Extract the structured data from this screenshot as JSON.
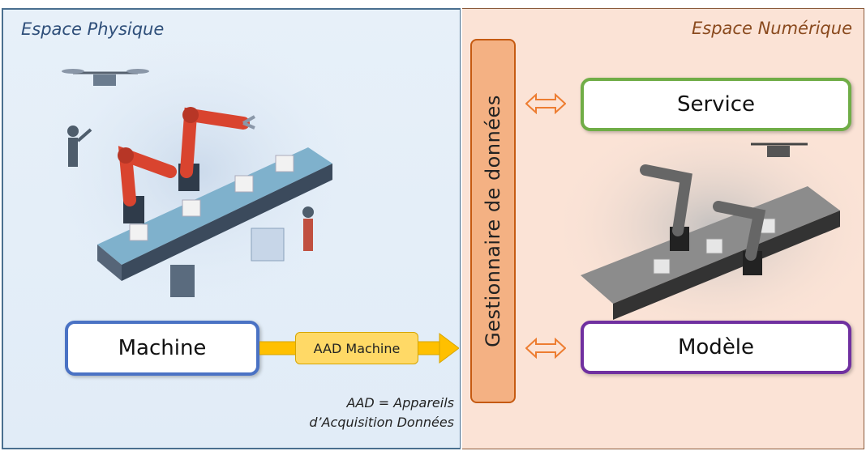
{
  "spaces": {
    "physical_title": "Espace Physique",
    "digital_title": "Espace Numérique"
  },
  "nodes": {
    "machine": "Machine",
    "service": "Service",
    "modele": "Modèle",
    "data_manager": "Gestionnaire de données"
  },
  "flow": {
    "aad_label": "AAD Machine"
  },
  "note": {
    "line1": "AAD = Appareils",
    "line2": "d’Acquisition Données"
  },
  "colors": {
    "physical_bg": "#e4eef8",
    "digital_bg": "#fbe3d6",
    "machine_border": "#4a72c4",
    "service_border": "#70ad47",
    "modele_border": "#7030a0",
    "manager_fill": "#f4b183",
    "aad_fill": "#ffd966",
    "robot_red": "#d9442f"
  }
}
